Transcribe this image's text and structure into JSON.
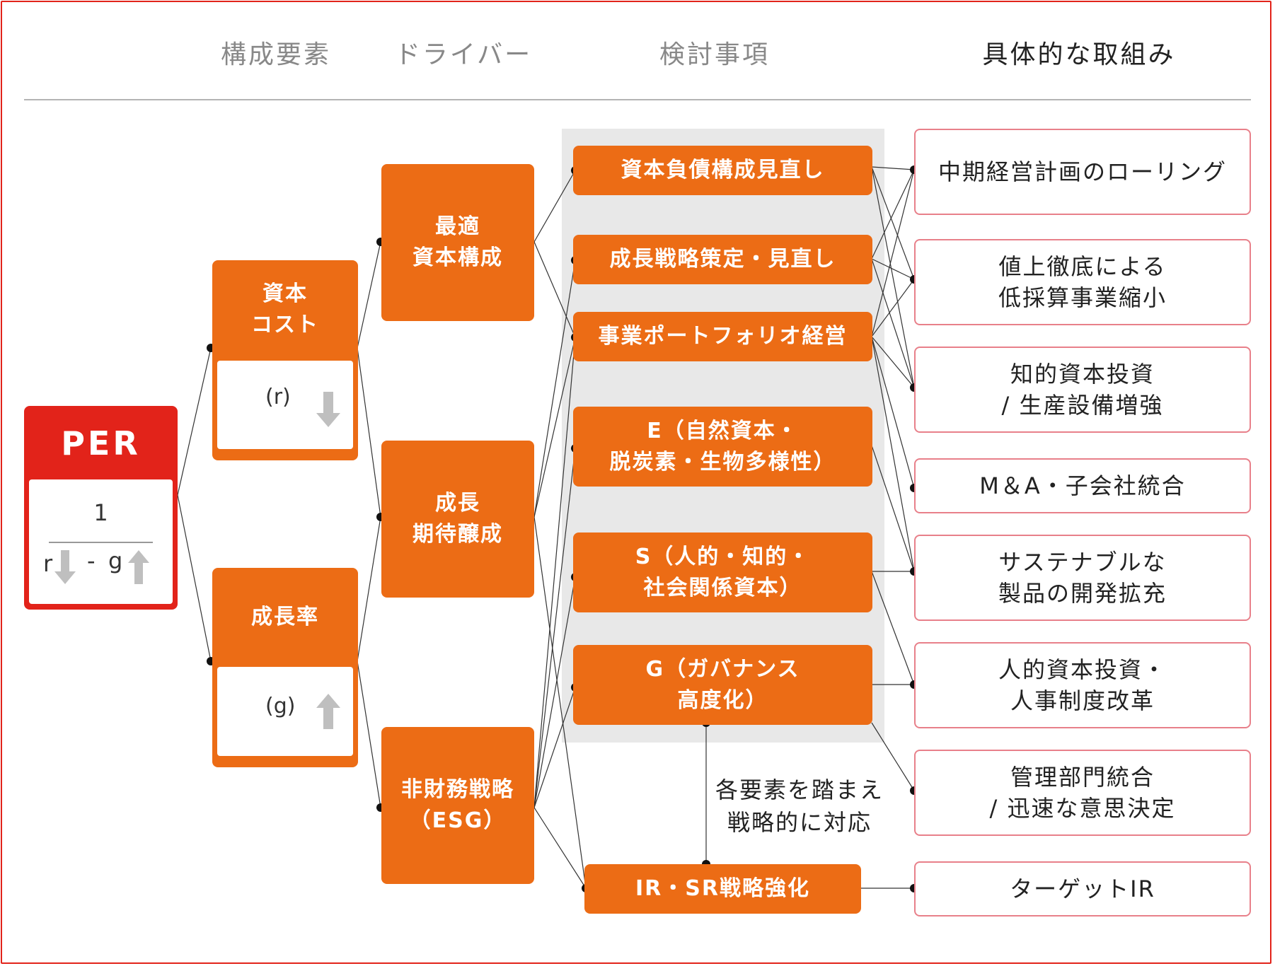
{
  "headers": {
    "components": "構成要素",
    "drivers": "ドライバー",
    "considerations": "検討事項",
    "initiatives": "具体的な取組み"
  },
  "per": {
    "title": "PER",
    "numerator": "1",
    "r": "r",
    "minus": "-",
    "g": "g"
  },
  "components": [
    {
      "line1": "資本",
      "line2": "コスト",
      "var": "(r)",
      "arrow": "down"
    },
    {
      "line1": "成長率",
      "line2": "",
      "var": "(g)",
      "arrow": "up"
    }
  ],
  "drivers": [
    {
      "line1": "最適",
      "line2": "資本構成"
    },
    {
      "line1": "成長",
      "line2": "期待醸成"
    },
    {
      "line1": "非財務戦略",
      "line2": "（ESG）"
    }
  ],
  "considerations": [
    {
      "line1": "資本負債構成見直し",
      "line2": ""
    },
    {
      "line1": "成長戦略策定・見直し",
      "line2": ""
    },
    {
      "line1": "事業ポートフォリオ経営",
      "line2": ""
    },
    {
      "line1": "E（自然資本・",
      "line2": "脱炭素・生物多様性）"
    },
    {
      "line1": "S（人的・知的・",
      "line2": "社会関係資本）"
    },
    {
      "line1": "G（ガバナンス",
      "line2": "高度化）"
    },
    {
      "line1": "IR・SR戦略強化",
      "line2": ""
    }
  ],
  "note": {
    "line1": "各要素を踏まえ",
    "line2": "戦略的に対応"
  },
  "initiatives": [
    {
      "line1": "中期経営計画のローリング",
      "line2": ""
    },
    {
      "line1": "値上徹底による",
      "line2": "低採算事業縮小"
    },
    {
      "line1": "知的資本投資",
      "line2": "/ 生産設備増強"
    },
    {
      "line1": "M＆A・子会社統合",
      "line2": ""
    },
    {
      "line1": "サステナブルな",
      "line2": "製品の開発拡充"
    },
    {
      "line1": "人的資本投資・",
      "line2": "人事制度改革"
    },
    {
      "line1": "管理部門統合",
      "line2": "/ 迅速な意思決定"
    },
    {
      "line1": "ターゲットIR",
      "line2": ""
    }
  ],
  "colors": {
    "red": "#e2231a",
    "orange": "#ec6c15",
    "shade": "#e8e8e8",
    "pink_border": "#e8808a",
    "arrow_gray": "#bfbfbf"
  }
}
